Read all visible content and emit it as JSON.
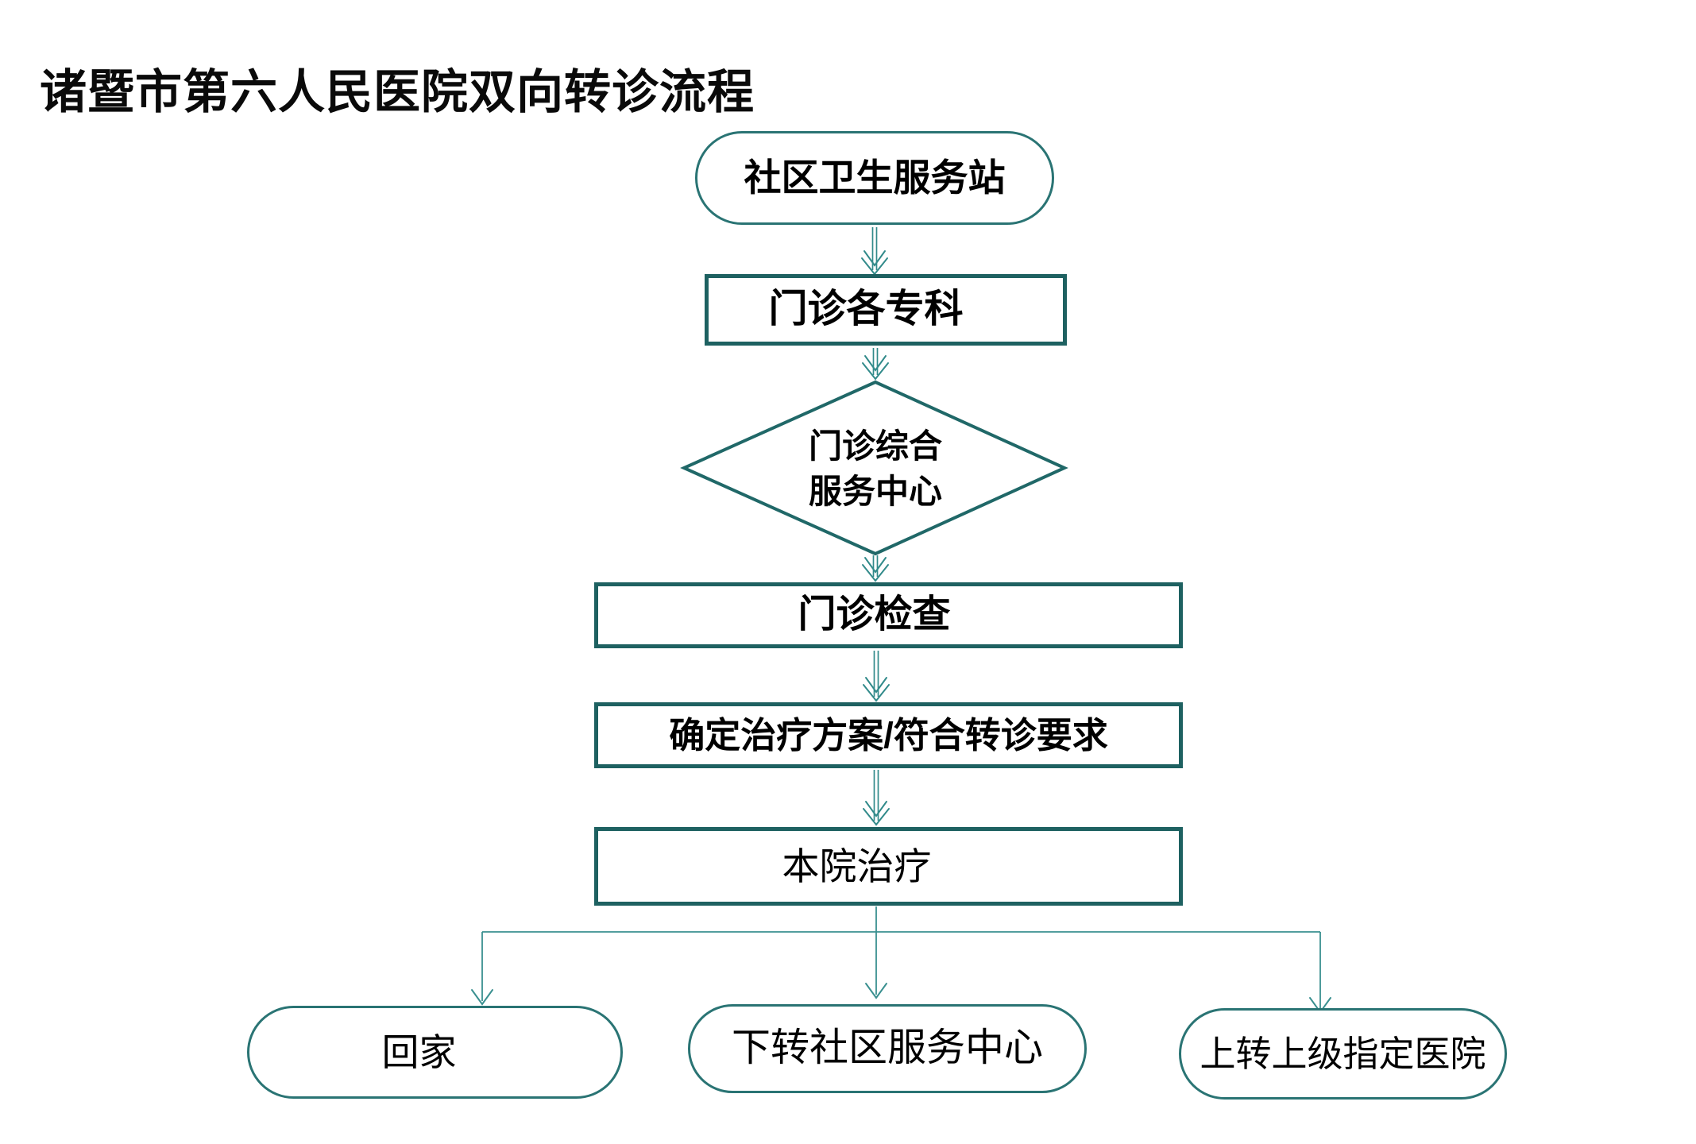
{
  "title": "诸暨市第六人民医院双向转诊流程",
  "flowchart": {
    "nodes": {
      "start": {
        "label": "社区卫生服务站",
        "shape": "stadium"
      },
      "outpatient_specialties": {
        "label": "门诊各专科",
        "shape": "rect"
      },
      "service_center": {
        "line1": "门诊综合",
        "line2": "服务中心",
        "shape": "diamond"
      },
      "outpatient_exam": {
        "label": "门诊检查",
        "shape": "rect"
      },
      "treatment_plan": {
        "label": "确定治疗方案/符合转诊要求",
        "shape": "rect"
      },
      "hospital_treatment": {
        "label": "本院治疗",
        "shape": "rect"
      },
      "go_home": {
        "label": "回家",
        "shape": "stadium"
      },
      "transfer_down": {
        "label": "下转社区服务中心",
        "shape": "stadium"
      },
      "transfer_up": {
        "label": "上转上级指定医院",
        "shape": "stadium"
      }
    },
    "edges": [
      {
        "from": "start",
        "to": "outpatient_specialties"
      },
      {
        "from": "outpatient_specialties",
        "to": "service_center"
      },
      {
        "from": "service_center",
        "to": "outpatient_exam"
      },
      {
        "from": "outpatient_exam",
        "to": "treatment_plan"
      },
      {
        "from": "treatment_plan",
        "to": "hospital_treatment"
      },
      {
        "from": "hospital_treatment",
        "to": "go_home"
      },
      {
        "from": "hospital_treatment",
        "to": "transfer_down"
      },
      {
        "from": "hospital_treatment",
        "to": "transfer_up"
      }
    ],
    "colors": {
      "rect_border": "#1E6161",
      "stadium_border": "#2A7474",
      "diamond_border": "#206868",
      "arrow": "#318A8A",
      "text": "#000000",
      "background": "#FFFFFF"
    }
  }
}
